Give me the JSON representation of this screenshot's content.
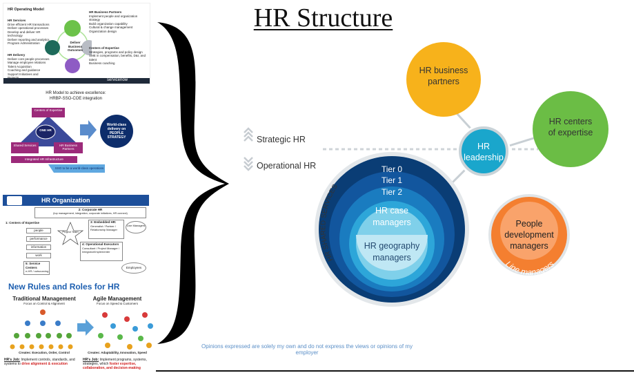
{
  "title": "HR Structure",
  "disclaimer": "Opinions expressed are solely my own and do not express the views or opinions of my employer",
  "thumbnails": {
    "operating_model": {
      "title": "HR Operating Model",
      "services_heading": "HR Services",
      "services_items": [
        "Drive efficient HR transactions",
        "Deliver operational processes",
        "Develop and deliver HR technology",
        "Deliver reporting and analytics",
        "Program Administration"
      ],
      "delivery_heading": "HR Delivery",
      "delivery_items": [
        "Deliver core people processes",
        "Manage employee relations",
        "Talent Acquisition",
        "Coaching and guidance",
        "Support Initiatives and Projects"
      ],
      "partners_heading": "HR Business Partners",
      "partners_items": [
        "Implement people and organization strategy",
        "Build organization capability",
        "Cultural & change management",
        "Organization design"
      ],
      "coe_heading": "Centers of Expertise",
      "coe_items": [
        "Strategies, programs and policy design",
        "SME in compensation, benefits, D&I, and talent",
        "Business coaching"
      ],
      "center_label": "Deliver Business Outcomes",
      "node_labels": [
        "HR Services",
        "HR Delivery",
        "COE",
        "Business Partners"
      ],
      "brand": "servicenow"
    },
    "excellence": {
      "title_line1": "HR Model to achieve excellence:",
      "title_line2": "HRBP-SSO-COE integration",
      "coe": "Centers of Expertise",
      "center": "ONE HR",
      "shared": "Shared Services",
      "partners": "HR Business Partners",
      "infra": "Integrated HR Infrastructure",
      "delivery": "World-class delivery on PEOPLE STRATEGY",
      "sso": "SSO to be a world-class operations"
    },
    "organization": {
      "title": "HR Organization",
      "corporate": "2: Corporate HR",
      "corporate_sub": "(top management, integration, corporate initiatives, HR connect)",
      "coe": "1: Centers of Expertise",
      "coe_items": [
        "people",
        "performance",
        "information",
        "work"
      ],
      "embedded": "3: Embedded HR:",
      "embedded_sub": "Generalist / Partner / Relationship Manager",
      "line": "Line Managers",
      "project": "Project Team",
      "operational": "4: Operational Executors",
      "operational_sub": "Consultant / Project Manager / Integrator/Implementer",
      "service": "5: Service Centers",
      "service_sub": "e-HR / outsourcing",
      "employees": "Employees"
    },
    "rules": {
      "title": "New Rules and Roles for HR",
      "left_head": "Traditional Management",
      "left_sub": "Focus on Control & Alignment",
      "right_head": "Agile Management",
      "right_sub": "Focus on Speed & Customers",
      "left_creates": "Creates: Execution, Order, Control",
      "right_creates": "Creates: Adaptability, Innovation, Speed",
      "left_job_prefix": "HR's Job:",
      "left_job": "Implement controls, standards, and systems to",
      "left_job_em": "drive alignment & execution",
      "right_job_prefix": "HR's Job:",
      "right_job": "Implement programs, systems, strategies, which",
      "right_job_em": "foster expertise, collaboration, and decision-making"
    }
  },
  "diagram": {
    "strategic_label": "Strategic HR",
    "operational_label": "Operational HR",
    "leadership": "HR leadership",
    "business_partners": "HR business partners",
    "centers": "HR centers of expertise",
    "people_dev": "People development managers",
    "line_managers": "Line managers",
    "shared_services": "HR SHARED SERVICES",
    "tier0": "Tier 0",
    "tier1": "Tier 1",
    "tier2": "Tier 2",
    "case_managers": "HR case managers",
    "geography_managers": "HR geography managers",
    "colors": {
      "gold": "#f7b21b",
      "green": "#6bbd45",
      "teal": "#1aa6cc",
      "orange": "#f47f30",
      "navy": "#0a3d75",
      "blue": "#12569e",
      "mid": "#1a7cc0",
      "light": "#2da6d9",
      "inner": "#7fd0ea",
      "inner2": "#bfe7f4"
    }
  }
}
